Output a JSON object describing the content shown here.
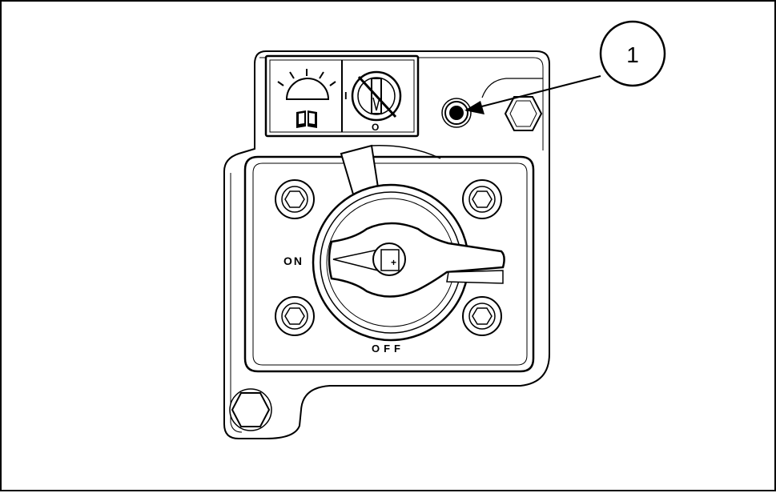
{
  "switch": {
    "on_label": "ON",
    "off_label": "OFF"
  },
  "decal": {
    "manual_icon": "book-icon",
    "warning_icon": "light-icon",
    "key_symbol_icon": "key-switch-icon",
    "on_mark": "I",
    "off_mark": "O"
  },
  "callout": {
    "number": "1"
  }
}
